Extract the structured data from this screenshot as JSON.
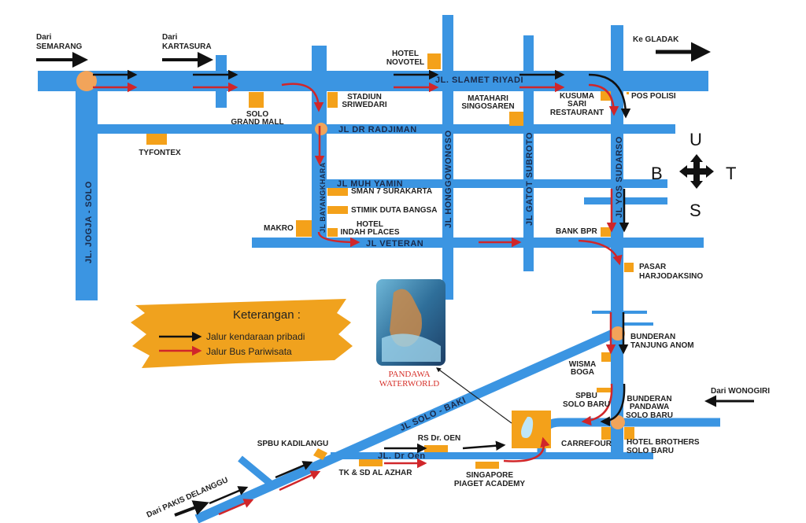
{
  "origins": {
    "semarang": [
      "Dari",
      "SEMARANG"
    ],
    "kartasura": [
      "Dari",
      "KARTASURA"
    ],
    "gladak": "Ke GLADAK",
    "wonogiri": "Dari WONOGIRI",
    "pakis": "Dari PAKIS DELANGGU"
  },
  "roads": {
    "slamet_riyadi": "JL. SLAMET RIYADI",
    "radjiman": "JL DR RADJIMAN",
    "muh_yamin": "JL MUH YAMIN",
    "veteran": "JL VETERAN",
    "jogja_solo": "JL. JOGJA - SOLO",
    "bayangkhara": "JL BAYANGKHARA",
    "honggowongso": "JL HONGGOWONGSO",
    "gatot_subroto": "JL GATOT SUBROTO",
    "yos_sudarso": "JL YOS SUDARSO",
    "solo_baki": "JL SOLO - BAKI",
    "dr_oen": "JL. Dr Oen"
  },
  "places": {
    "novotel": [
      "HOTEL",
      "NOVOTEL"
    ],
    "sriwedari": [
      "STADIUN",
      "SRIWEDARI"
    ],
    "grand_mall": [
      "SOLO",
      "GRAND MALL"
    ],
    "tyfontex": "TYFONTEX",
    "matahari": [
      "MATAHARI",
      "SINGOSAREN"
    ],
    "kusuma": [
      "KUSUMA",
      "SARI",
      "RESTAURANT"
    ],
    "pos_polisi": "POS POLISI",
    "sman7": "SMAN 7 SURAKARTA",
    "stimik": "STIMIK DUTA BANGSA",
    "indah": [
      "HOTEL",
      "INDAH PLACES"
    ],
    "makro": "MAKRO",
    "bank_bpr": "BANK BPR",
    "pasar": [
      "PASAR",
      "HARJODAKSINO"
    ],
    "tanjung_anom": [
      "BUNDERAN",
      "TANJUNG ANOM"
    ],
    "wisma_boga": [
      "WISMA",
      "BOGA"
    ],
    "spbu_solo_baru": [
      "SPBU",
      "SOLO BARU"
    ],
    "pandawa_bunderan": [
      "BUNDERAN",
      "PANDAWA",
      "SOLO BARU"
    ],
    "carrefour": "CARREFOUR",
    "hotel_brothers": [
      "HOTEL BROTHERS",
      "SOLO BARU"
    ],
    "spbu_kadilangu": "SPBU KADILANGU",
    "rs_oen": "RS Dr. OEN",
    "al_azhar": "TK & SD AL AZHAR",
    "singapore": [
      "SINGAPORE",
      "PIAGET ACADEMY"
    ],
    "pandawa_waterworld": [
      "PANDAWA",
      "WATERWORLD"
    ]
  },
  "legend": {
    "title": "Keterangan :",
    "items": [
      {
        "label": "Jalur kendaraan pribadi",
        "color": "#111111"
      },
      {
        "label": "Jalur Bus Pariwisata",
        "color": "#d0262a"
      }
    ]
  },
  "compass": {
    "north": "U",
    "west": "B",
    "east": "T",
    "south": "S"
  },
  "colors": {
    "road": "#3b95e2",
    "building": "#f4a11a",
    "roundabout": "#f2a45a",
    "private_route": "#111111",
    "bus_route": "#d0262a"
  }
}
